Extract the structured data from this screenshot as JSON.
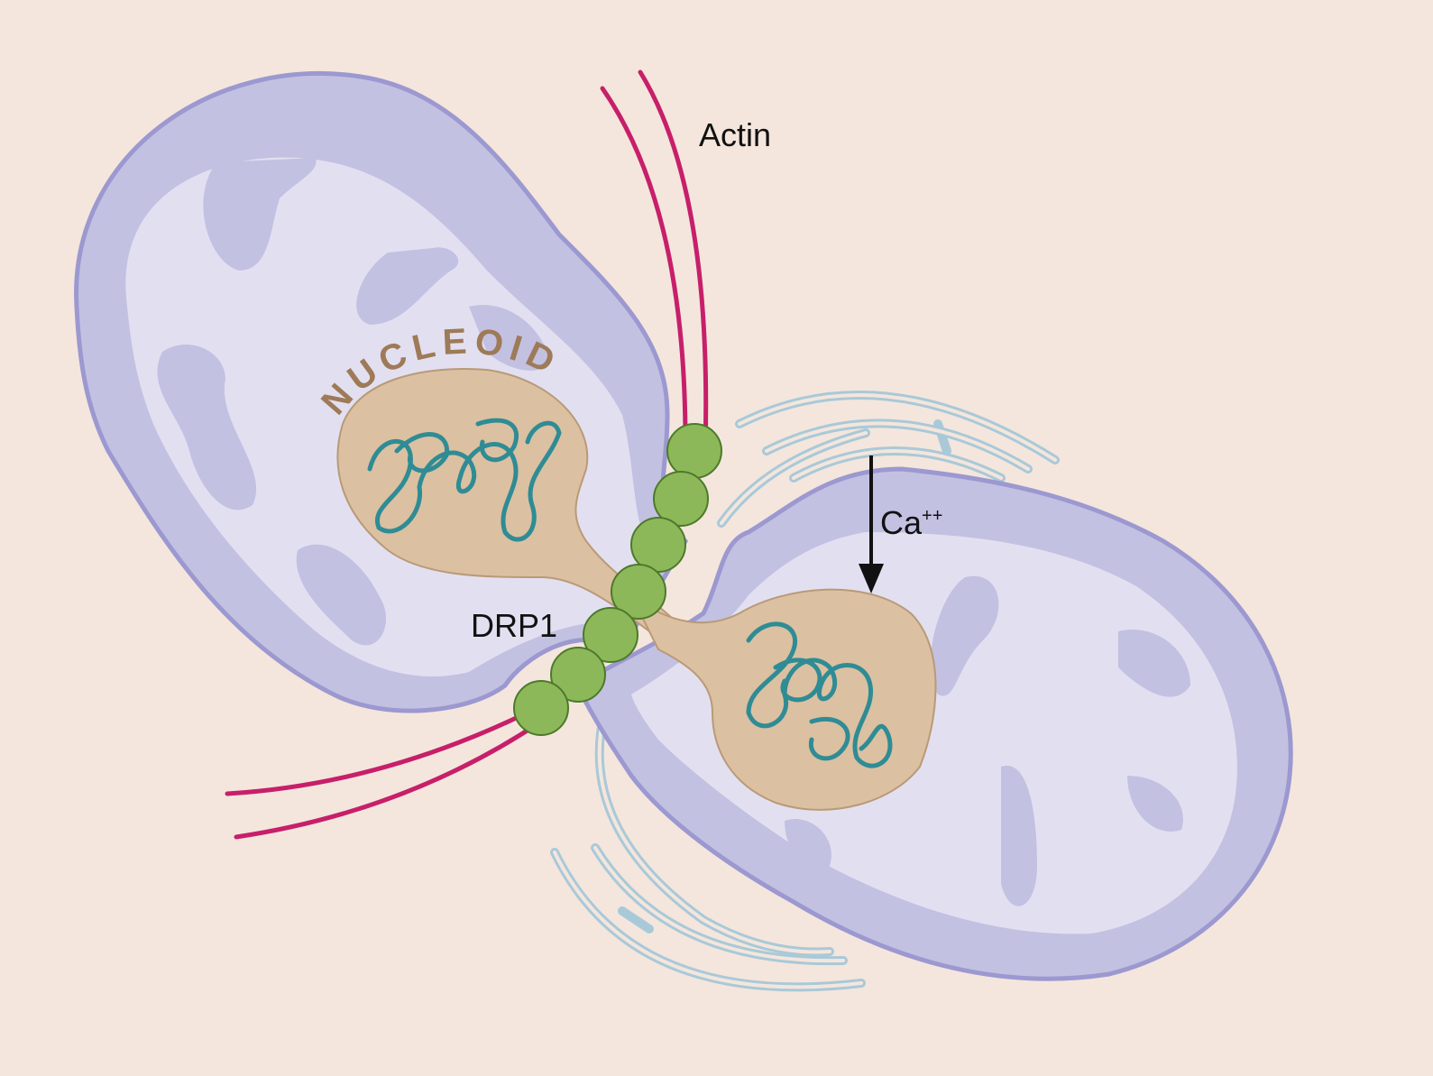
{
  "labels": {
    "actin": "Actin",
    "calcium": "Ca",
    "calcium_charge": "++",
    "nucleoid": "NUCLEOID",
    "drp1": "DRP1"
  },
  "colors": {
    "background": "#f4e6dd",
    "mito_outer": "#c3c1e2",
    "mito_outer_stroke": "#9c98d0",
    "mito_matrix": "#e2e0f0",
    "nucleoid_fill": "#dcc0a2",
    "nucleoid_stroke": "#b99a78",
    "nucleoid_text": "#9e7a58",
    "dna": "#2f8c94",
    "actin": "#c71f6a",
    "drp1": "#8db85a",
    "drp1_stroke": "#4c7a2a",
    "er": "#a9c9d8",
    "arrow": "#111111"
  },
  "components": [
    "mitochondrion-left",
    "mitochondrion-right",
    "nucleoid-left",
    "nucleoid-right",
    "actin-filaments",
    "drp1-ring",
    "endoplasmic-reticulum-top",
    "endoplasmic-reticulum-bottom",
    "calcium-flux-arrow"
  ]
}
